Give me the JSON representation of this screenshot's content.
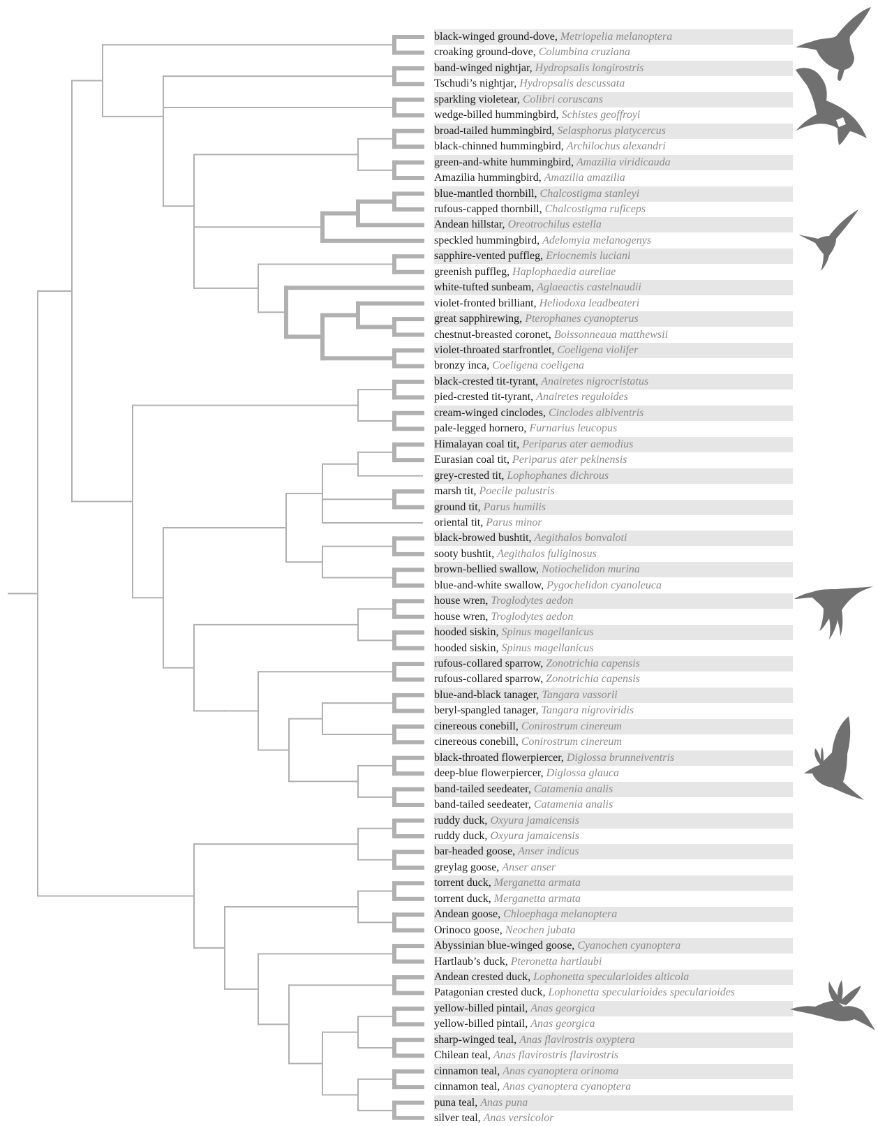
{
  "colors": {
    "branch": "#b0b0b0",
    "row_shade": "#e6e6e6",
    "common_text": "#1a1a1a",
    "scientific_text": "#8a8a8a",
    "silhouette": "#707070"
  },
  "icons": [
    "ground-dove-silhouette",
    "nightjar-silhouette",
    "hummingbird-silhouette",
    "tit-silhouette",
    "flowerpiercer-silhouette",
    "duck-silhouette"
  ],
  "tips": [
    {
      "common": "black-winged ground-dove",
      "scientific": "Metriopelia melanoptera"
    },
    {
      "common": "croaking ground-dove",
      "scientific": "Columbina cruziana"
    },
    {
      "common": "band-winged nightjar",
      "scientific": "Hydropsalis longirostris"
    },
    {
      "common": "Tschudi’s nightjar",
      "scientific": "Hydropsalis descussata"
    },
    {
      "common": "sparkling violetear",
      "scientific": "Colibri coruscans"
    },
    {
      "common": "wedge-billed hummingbird",
      "scientific": "Schistes geoffroyi"
    },
    {
      "common": "broad-tailed hummingbird",
      "scientific": "Selasphorus platycercus"
    },
    {
      "common": "black-chinned hummingbird",
      "scientific": "Archilochus alexandri"
    },
    {
      "common": "green-and-white hummingbird",
      "scientific": "Amazilia viridicauda"
    },
    {
      "common": "Amazilia hummingbird",
      "scientific": "Amazilia amazilia"
    },
    {
      "common": "blue-mantled thornbill",
      "scientific": "Chalcostigma stanleyi"
    },
    {
      "common": "rufous-capped thornbill",
      "scientific": "Chalcostigma ruficeps"
    },
    {
      "common": "Andean hillstar",
      "scientific": "Oreotrochilus estella"
    },
    {
      "common": "speckled hummingbird",
      "scientific": "Adelomyia melanogenys"
    },
    {
      "common": "sapphire-vented puffleg",
      "scientific": "Eriocnemis luciani"
    },
    {
      "common": "greenish puffleg",
      "scientific": "Haplophaedia aureliae"
    },
    {
      "common": "white-tufted sunbeam",
      "scientific": "Aglaeactis castelnaudii"
    },
    {
      "common": "violet-fronted brilliant",
      "scientific": "Heliodoxa leadbeateri"
    },
    {
      "common": "great sapphirewing",
      "scientific": "Pterophanes cyanopterus"
    },
    {
      "common": "chestnut-breasted coronet",
      "scientific": "Boissonneaua matthewsii"
    },
    {
      "common": "violet-throated starfrontlet",
      "scientific": "Coeligena violifer"
    },
    {
      "common": "bronzy inca",
      "scientific": "Coeligena coeligena"
    },
    {
      "common": "black-crested tit-tyrant",
      "scientific": "Anairetes nigrocristatus"
    },
    {
      "common": "pied-crested tit-tyrant",
      "scientific": "Anairetes reguloides"
    },
    {
      "common": "cream-winged cinclodes",
      "scientific": "Cinclodes albiventris"
    },
    {
      "common": "pale-legged hornero",
      "scientific": "Furnarius leucopus"
    },
    {
      "common": "Himalayan coal tit",
      "scientific": "Periparus ater aemodius"
    },
    {
      "common": "Eurasian coal tit",
      "scientific": "Periparus ater pekinensis"
    },
    {
      "common": "grey-crested tit",
      "scientific": "Lophophanes dichrous"
    },
    {
      "common": "marsh tit",
      "scientific": "Poecile palustris"
    },
    {
      "common": "ground tit",
      "scientific": "Parus humilis"
    },
    {
      "common": "oriental tit",
      "scientific": "Parus minor"
    },
    {
      "common": "black-browed bushtit",
      "scientific": "Aegithalos bonvaloti"
    },
    {
      "common": "sooty bushtit",
      "scientific": "Aegithalos fuliginosus"
    },
    {
      "common": "brown-bellied swallow",
      "scientific": "Notiochelidon murina"
    },
    {
      "common": "blue-and-white swallow",
      "scientific": "Pygochelidon cyanoleuca"
    },
    {
      "common": "house wren",
      "scientific": "Troglodytes aedon"
    },
    {
      "common": "house wren",
      "scientific": "Troglodytes aedon"
    },
    {
      "common": "hooded siskin",
      "scientific": "Spinus magellanicus"
    },
    {
      "common": "hooded siskin",
      "scientific": "Spinus magellanicus"
    },
    {
      "common": "rufous-collared sparrow",
      "scientific": "Zonotrichia capensis"
    },
    {
      "common": "rufous-collared sparrow",
      "scientific": "Zonotrichia capensis"
    },
    {
      "common": "blue-and-black tanager",
      "scientific": "Tangara vassorii"
    },
    {
      "common": "beryl-spangled tanager",
      "scientific": "Tangara nigroviridis"
    },
    {
      "common": "cinereous conebill",
      "scientific": "Conirostrum cinereum"
    },
    {
      "common": "cinereous conebill",
      "scientific": "Conirostrum cinereum"
    },
    {
      "common": "black-throated flowerpiercer",
      "scientific": "Diglossa brunneiventris"
    },
    {
      "common": "deep-blue flowerpiercer",
      "scientific": "Diglossa glauca"
    },
    {
      "common": "band-tailed seedeater",
      "scientific": "Catamenia analis"
    },
    {
      "common": "band-tailed seedeater",
      "scientific": "Catamenia analis"
    },
    {
      "common": "ruddy duck",
      "scientific": "Oxyura jamaicensis"
    },
    {
      "common": "ruddy duck",
      "scientific": "Oxyura jamaicensis"
    },
    {
      "common": "bar-headed goose",
      "scientific": "Anser indicus"
    },
    {
      "common": "greylag goose",
      "scientific": "Anser anser"
    },
    {
      "common": "torrent duck",
      "scientific": "Merganetta armata"
    },
    {
      "common": "torrent duck",
      "scientific": "Merganetta armata"
    },
    {
      "common": "Andean goose",
      "scientific": "Chloephaga melanoptera"
    },
    {
      "common": "Orinoco goose",
      "scientific": "Neochen jubata"
    },
    {
      "common": "Abyssinian blue-winged goose",
      "scientific": "Cyanochen cyanoptera"
    },
    {
      "common": "Hartlaub’s duck",
      "scientific": "Pteronetta hartlaubi"
    },
    {
      "common": "Andean crested duck",
      "scientific": "Lophonetta specularioides alticola"
    },
    {
      "common": "Patagonian crested duck",
      "scientific": "Lophonetta specularioides specularioides"
    },
    {
      "common": "yellow-billed pintail",
      "scientific": "Anas georgica"
    },
    {
      "common": "yellow-billed pintail",
      "scientific": "Anas georgica"
    },
    {
      "common": "sharp-winged teal",
      "scientific": "Anas flavirostris oxyptera"
    },
    {
      "common": "Chilean teal",
      "scientific": "Anas flavirostris flavirostris"
    },
    {
      "common": "cinnamon teal",
      "scientific": "Anas cyanoptera orinoma"
    },
    {
      "common": "cinnamon teal",
      "scientific": "Anas cyanoptera cyanoptera"
    },
    {
      "common": "puna teal",
      "scientific": "Anas puna"
    },
    {
      "common": "silver teal",
      "scientific": "Anas versicolor"
    }
  ]
}
